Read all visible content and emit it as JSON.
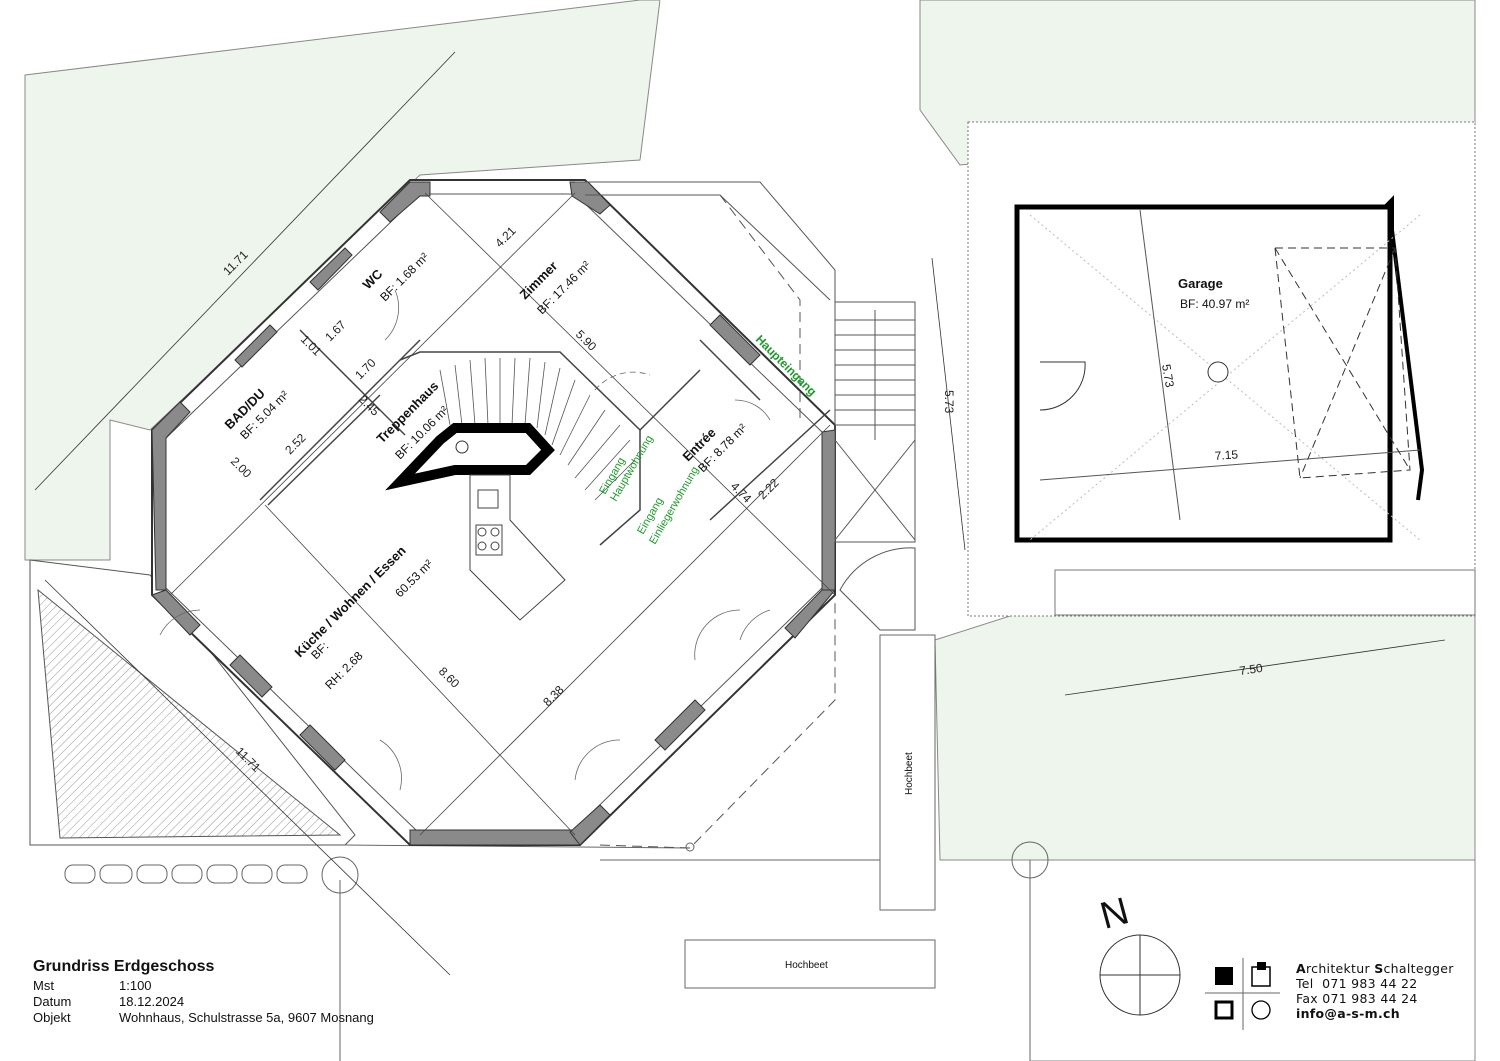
{
  "title_block": {
    "title": "Grundriss Erdgeschoss",
    "rows": [
      {
        "key": "Mst",
        "value": "1:100"
      },
      {
        "key": "Datum",
        "value": "18.12.2024"
      },
      {
        "key": "Objekt",
        "value": "Wohnhaus, Schulstrasse 5a, 9607 Mosnang"
      }
    ]
  },
  "firm": {
    "name_a": "A",
    "name_rest1": "rchitektur ",
    "name_s": "S",
    "name_rest2": "chaltegger",
    "tel": "Tel  071 983 44 22",
    "fax": "Fax 071 983 44 24",
    "email": "info@a-s-m.ch"
  },
  "north_label": "N",
  "rooms": {
    "wc": {
      "name": "WC",
      "area": "BF: 1.68 m²"
    },
    "zimmer": {
      "name": "Zimmer",
      "area": "BF: 17.46 m²"
    },
    "bad": {
      "name": "BAD/DU",
      "area": "BF: 5.04 m²"
    },
    "treppenhaus": {
      "name": "Treppenhaus",
      "area": "BF: 10.06 m²"
    },
    "entree": {
      "name": "Entrée",
      "area": "BF: 8.78 m²"
    },
    "kueche": {
      "name": "Küche / Wohnen / Essen",
      "area": "60.53 m²",
      "bf": "BF:",
      "rh": "RH: 2.68"
    },
    "garage": {
      "name": "Garage",
      "area": "BF: 40.97 m²"
    }
  },
  "entrances": {
    "haupteingang": "Haupteingang",
    "eingang_haupt_1": "Eingang",
    "eingang_haupt_2": "Hauptwohnung",
    "eingang_einl_1": "Eingang",
    "eingang_einl_2": "Einliegerwohnung"
  },
  "planters": {
    "hochbeet_vertical": "Hochbeet",
    "hochbeet_bottom": "Hochbeet"
  },
  "dimensions": {
    "d_11_71_top": "11.71",
    "d_11_71_bottom": "11.71",
    "d_4_21": "4.21",
    "d_5_90": "5.90",
    "d_1_01": "1.01",
    "d_1_67": "1.67",
    "d_1_70": "1.70",
    "d_2_45": "2.45",
    "d_2_52": "2.52",
    "d_2_00": "2.00",
    "d_4_74": "4.74",
    "d_2_22": "2.22",
    "d_8_60": "8.60",
    "d_8_38": "8.38",
    "d_5_73_left": "5.73",
    "d_5_73_garage": "5.73",
    "d_7_15": "7.15",
    "d_7_50": "7.50"
  },
  "colors": {
    "lawn": "#eef5ec",
    "wall_fill": "#8a8a8a",
    "line": "#333333",
    "accent_green": "#1f9a2a"
  }
}
